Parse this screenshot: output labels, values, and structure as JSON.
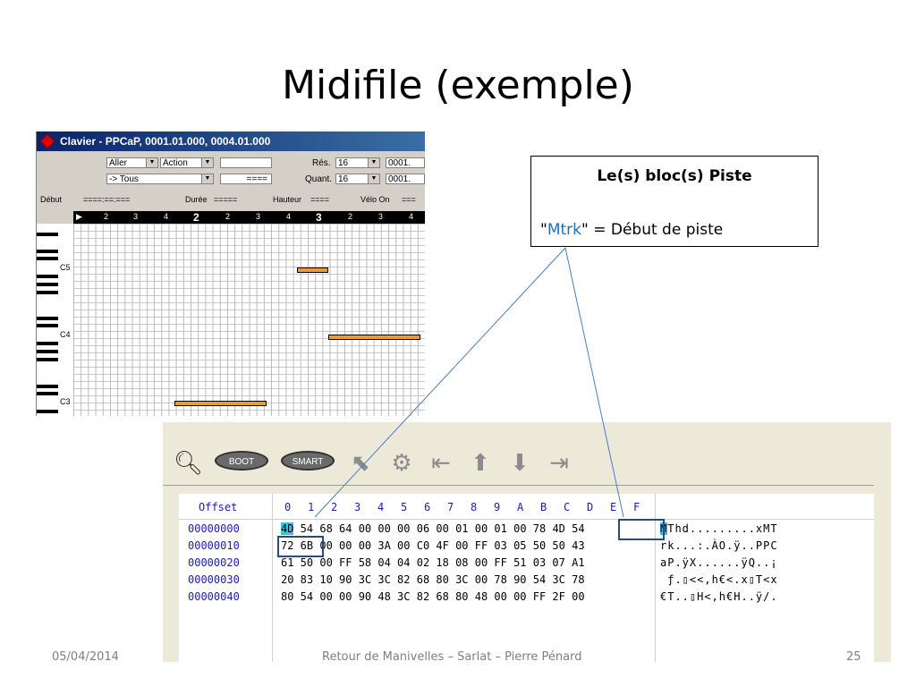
{
  "slide": {
    "title": "Midifile (exemple)",
    "footer_date": "05/04/2014",
    "footer_center": "Retour de Manivelles – Sarlat – Pierre Pénard",
    "page_number": "25"
  },
  "callout": {
    "heading": "Le(s) bloc(s) Piste",
    "quote_open": "\"",
    "highlight": "Mtrk",
    "rest": "\" = Début de piste",
    "highlight_color": "#1f6fb8"
  },
  "clavier": {
    "title": "Clavier - PPCaP, 0001.01.000, 0004.01.000",
    "aller_label": "Aller",
    "action_label": "Action",
    "tous_label": "-> Tous",
    "res_label": "Rés.",
    "res_value": "16",
    "res_field": "0001.",
    "quant_label": "Quant.",
    "quant_value": "16",
    "quant_field": "0001.",
    "dashes_field": "====",
    "debut_label": "Début",
    "debut_value": "====:==:===",
    "duree_label": "Durée",
    "duree_value": "=====",
    "hauteur_label": "Hauteur",
    "hauteur_value": "====",
    "velo_label": "Vélo On",
    "velo_value": "===",
    "ruler": [
      "2",
      "3",
      "4",
      "2",
      "2",
      "3",
      "4",
      "3",
      "2",
      "3",
      "4"
    ],
    "octaves": [
      "C5",
      "C4",
      "C3"
    ]
  },
  "hex": {
    "buttons": {
      "boot": "BOOT",
      "smart": "SMART"
    },
    "offset_header": "Offset",
    "columns": [
      "0",
      "1",
      "2",
      "3",
      "4",
      "5",
      "6",
      "7",
      "8",
      "9",
      "A",
      "B",
      "C",
      "D",
      "E",
      "F"
    ],
    "rows": [
      {
        "offset": "00000000",
        "bytes_a": "4D",
        "bytes_b": " 54 68 64 00 00 00 06 00 01 00 01 00 78 4D 54",
        "ascii_a": "M",
        "ascii_b": "Thd.........xMT"
      },
      {
        "offset": "00000010",
        "bytes_a": "",
        "bytes_b": "72 6B 00 00 00 3A 00 C0 4F 00 FF 03 05 50 50 43",
        "ascii_a": "",
        "ascii_b": "rk...:.ÀO.ÿ..PPC"
      },
      {
        "offset": "00000020",
        "bytes_a": "",
        "bytes_b": "61 50 00 FF 58 04 04 02 18 08 00 FF 51 03 07 A1",
        "ascii_a": "",
        "ascii_b": "aP.ÿX......ÿQ..¡"
      },
      {
        "offset": "00000030",
        "bytes_a": "",
        "bytes_b": "20 83 10 90 3C 3C 82 68 80 3C 00 78 90 54 3C 78",
        "ascii_a": "",
        "ascii_b": " ƒ.▯<<‚h€<.x▯T<x"
      },
      {
        "offset": "00000040",
        "bytes_a": "",
        "bytes_b": "80 54 00 00 90 48 3C 82 68 80 48 00 00 FF 2F 00",
        "ascii_a": "",
        "ascii_b": "€T..▯H<‚h€H..ÿ/."
      }
    ]
  }
}
